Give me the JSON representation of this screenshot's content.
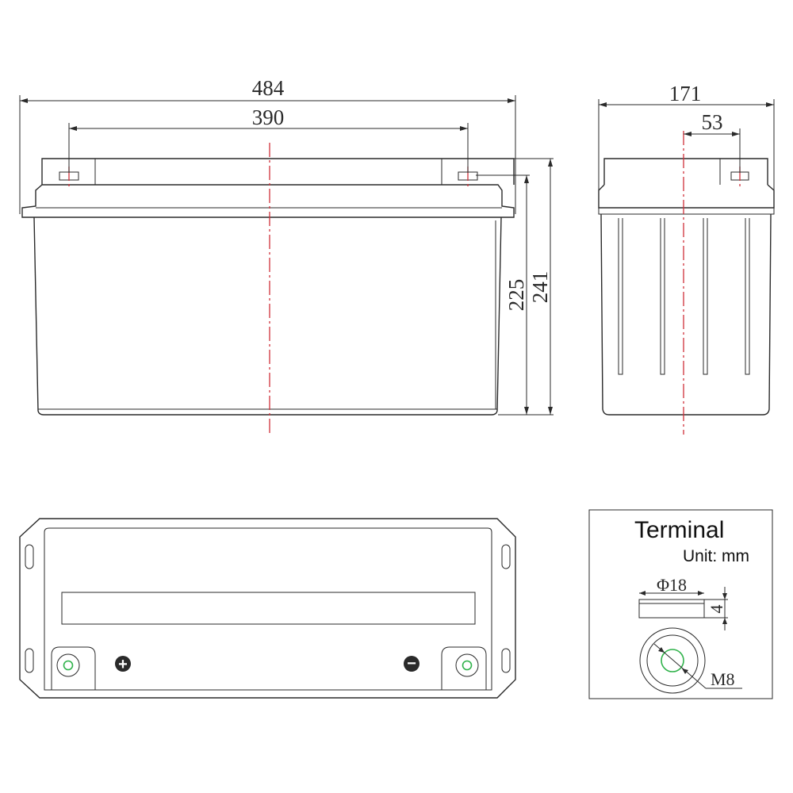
{
  "dimensions": {
    "length": "484",
    "terminal_spacing": "390",
    "width": "171",
    "terminal_offset": "53",
    "height_case": "225",
    "height_total": "241"
  },
  "terminal_box": {
    "title": "Terminal",
    "unit": "Unit: mm",
    "diameter": "Φ18",
    "thickness": "4",
    "thread": "M8"
  },
  "polarity": {
    "positive": "+",
    "negative": "−"
  },
  "colors": {
    "outline": "#2a2a2a",
    "centerline": "#d0303a",
    "terminal_hole": "#2fb24a"
  }
}
